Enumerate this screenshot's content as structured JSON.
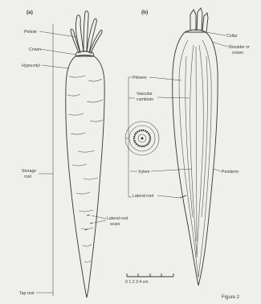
{
  "figure": {
    "panel_a": "(a)",
    "panel_b": "(b)",
    "caption": "Figure 2",
    "labels_a": {
      "petiole": "Petiole",
      "crown": "Crown",
      "hypocotyl": "Hypocotyl",
      "storage_root": "Storage root",
      "lateral_root_scars": "Lateral root scars",
      "tap_root": "Tap root"
    },
    "labels_b": {
      "collar": "Collar",
      "shoulder": "Shoulder or crown",
      "phloem": "Phloem",
      "vascular_cambium": "Vascular cambium",
      "xylem": "Xylem",
      "periderm": "Periderm",
      "lateral_root": "Lateral root"
    },
    "scale_bar": "0  1  2  3  4 cm"
  }
}
